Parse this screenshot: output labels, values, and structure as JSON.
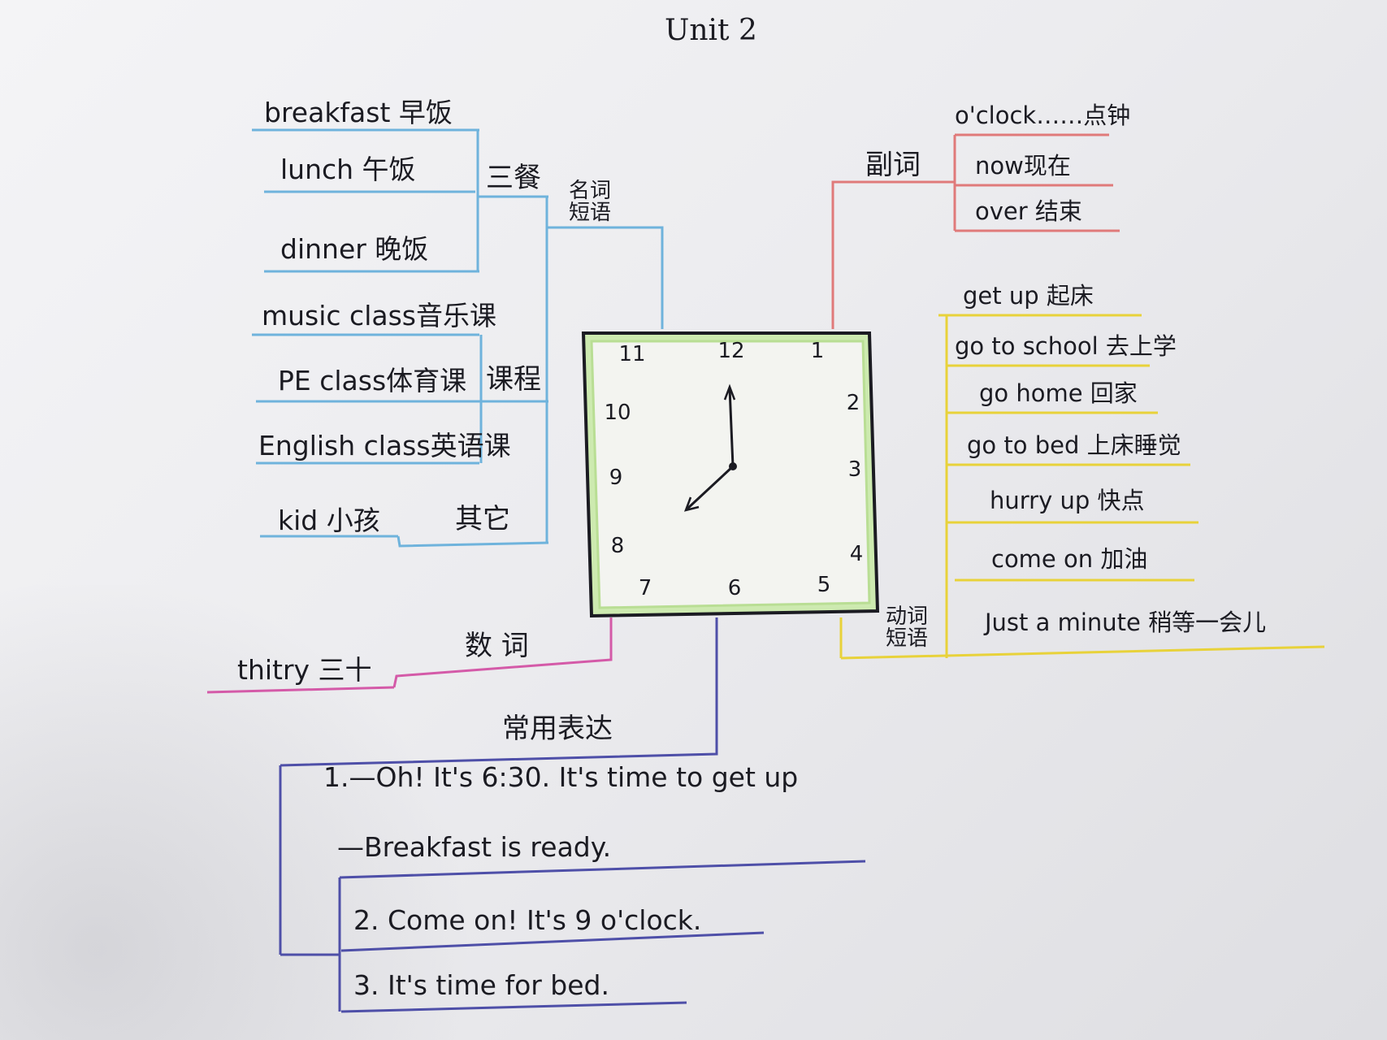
{
  "title": "Unit 2",
  "center": {
    "clock_numbers": [
      "12",
      "1",
      "2",
      "3",
      "4",
      "5",
      "6",
      "7",
      "8",
      "9",
      "10",
      "11"
    ],
    "hand_time": "7:00"
  },
  "nouns": {
    "label": "名词短语",
    "meals": {
      "label": "三餐",
      "items": [
        "breakfast 早饭",
        "lunch 午饭",
        "dinner 晚饭"
      ]
    },
    "classes": {
      "label": "课程",
      "items": [
        "music class音乐课",
        "PE class体育课",
        "English class英语课"
      ]
    },
    "others": {
      "label": "其它",
      "items": [
        "kid 小孩"
      ]
    }
  },
  "numerals": {
    "label": "数 词",
    "items": [
      "thitry 三十"
    ]
  },
  "adverbs": {
    "label": "副词",
    "items": [
      "o'clock……点钟",
      "now现在",
      "over 结束"
    ]
  },
  "verbs": {
    "label": "动词短语",
    "items": [
      "get up 起床",
      "go to school 去上学",
      "go home 回家",
      "go to bed 上床睡觉",
      "hurry up 快点",
      "come on 加油",
      "Just a minute 稍等一会儿"
    ]
  },
  "expressions": {
    "label": "常用表达",
    "lines": [
      "1.—Oh! It's 6:30. It's time to get up",
      "—Breakfast is ready.",
      "2. Come on! It's 9 o'clock.",
      "3. It's time for bed."
    ]
  },
  "colors": {
    "nouns": "#6fb3dc",
    "numerals": "#d45aa8",
    "adverbs": "#e07a7a",
    "verbs": "#e8d23a",
    "expressions": "#4e4fa8",
    "clock_fill": "#cdeab0",
    "clock_border": "#1b1b22"
  }
}
